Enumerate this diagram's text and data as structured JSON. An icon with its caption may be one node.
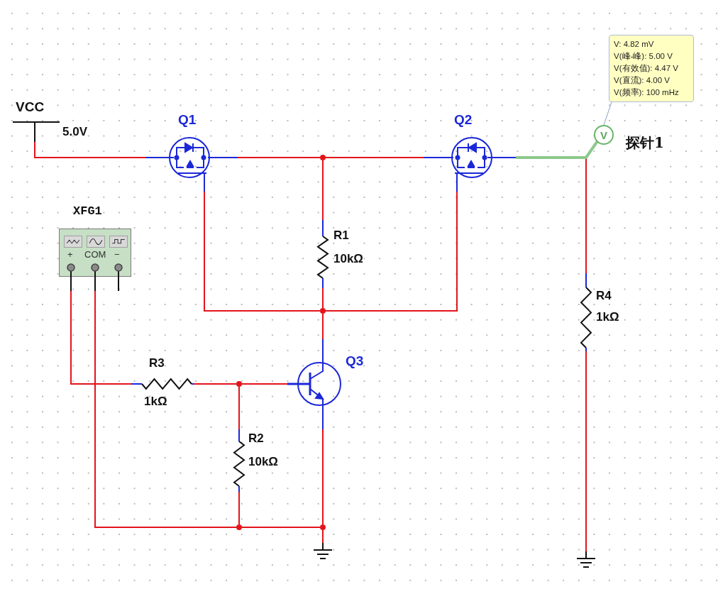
{
  "diagram": {
    "nodes": [
      {
        "text": [
          "VCC",
          "5.0V"
        ]
      },
      {
        "text": [
          "Q1"
        ]
      },
      {
        "text": [],
        "shape": "dot"
      },
      {
        "text": [
          "Q2"
        ]
      },
      {
        "text": [
          "V: 4.82 mV",
          "V(峰-峰): 5.00 V",
          "V(有效值): 4.47 V",
          "V(直流): 4.00 V",
          "V(频率): 100 mHz"
        ]
      },
      {
        "text": [
          "V"
        ],
        "beside": [
          "探针1"
        ]
      },
      {
        "text": [
          "XFG1",
          "+",
          "COM",
          "−"
        ]
      },
      {
        "text": [
          "R1",
          "10kΩ"
        ]
      },
      {
        "text": [],
        "shape": "dot"
      },
      {
        "text": [
          "R4",
          "1kΩ"
        ]
      },
      {
        "text": [
          "R3",
          "1kΩ"
        ]
      },
      {
        "text": [],
        "shape": "dot"
      },
      {
        "text": [
          "Q3"
        ]
      },
      {
        "text": [
          "R2",
          "10kΩ"
        ]
      },
      {
        "text": [],
        "shape": "dot"
      },
      {
        "text": [],
        "shape": "dot"
      },
      {
        "text": [],
        "shape": "ground"
      },
      {
        "text": [],
        "shape": "ground"
      }
    ],
    "edges": [
      {
        "from": 0,
        "to": 1,
        "arrow": "none"
      },
      {
        "from": 1,
        "to": 2,
        "arrow": "none"
      },
      {
        "from": 2,
        "to": 3,
        "arrow": "none"
      },
      {
        "from": 2,
        "to": 7,
        "arrow": "none"
      },
      {
        "from": 7,
        "to": 8,
        "arrow": "none"
      },
      {
        "from": 1,
        "to": 8,
        "arrow": "none"
      },
      {
        "from": 3,
        "to": 8,
        "arrow": "none"
      },
      {
        "from": 8,
        "to": 12,
        "arrow": "none"
      },
      {
        "from": 3,
        "to": 9,
        "arrow": "none"
      },
      {
        "from": 3,
        "to": 5,
        "arrow": "none",
        "style": "thick",
        "color": "#8cc98c"
      },
      {
        "from": 4,
        "to": 5,
        "arrow": "none",
        "color": "#9fb3d1"
      },
      {
        "from": 9,
        "to": 17,
        "arrow": "none"
      },
      {
        "from": 6,
        "to": 10,
        "arrow": "none"
      },
      {
        "from": 10,
        "to": 11,
        "arrow": "none"
      },
      {
        "from": 11,
        "to": 12,
        "arrow": "none"
      },
      {
        "from": 11,
        "to": 13,
        "arrow": "none"
      },
      {
        "from": 13,
        "to": 14,
        "arrow": "none"
      },
      {
        "from": 6,
        "to": 14,
        "arrow": "none"
      },
      {
        "from": 14,
        "to": 15,
        "arrow": "none"
      },
      {
        "from": 12,
        "to": 15,
        "arrow": "none"
      },
      {
        "from": 15,
        "to": 16,
        "arrow": "none"
      }
    ]
  }
}
